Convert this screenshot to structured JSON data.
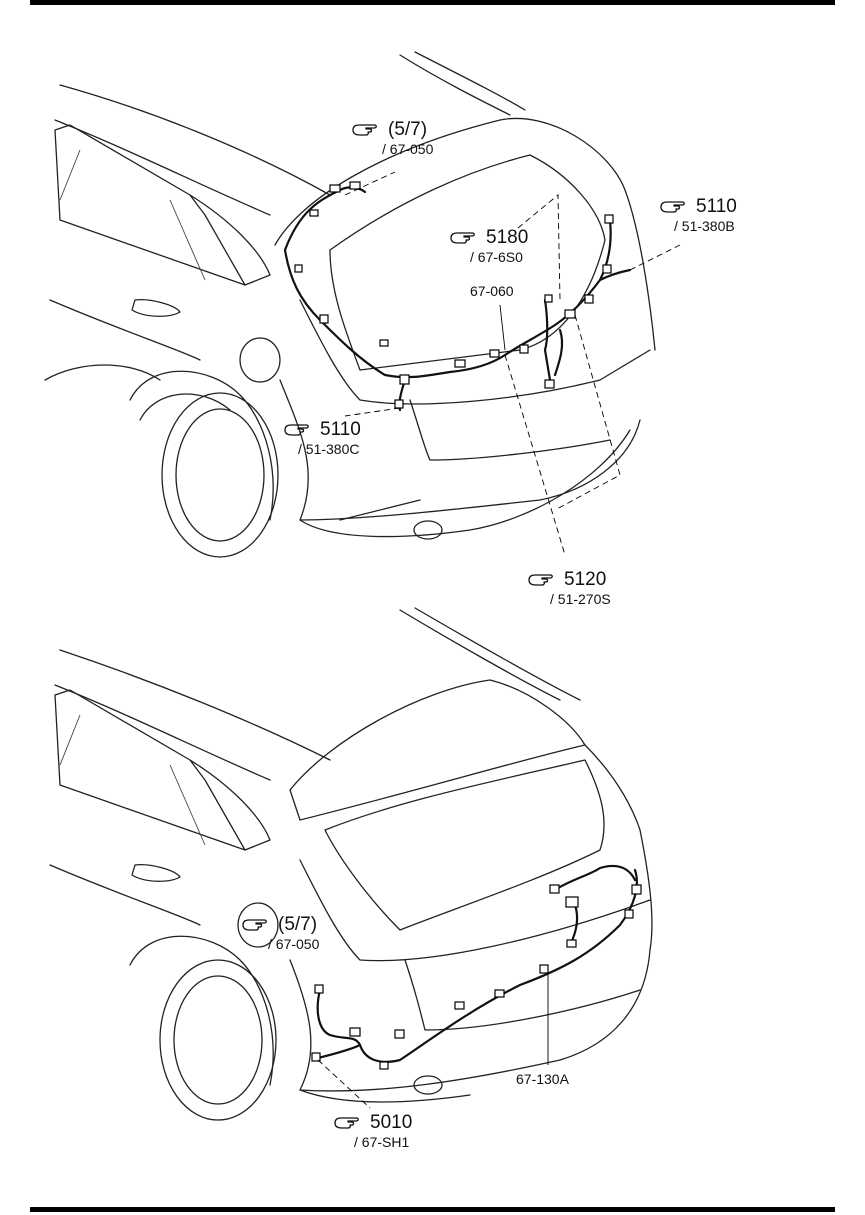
{
  "diagram": {
    "top": {
      "callouts": [
        {
          "id": "c-5-7",
          "main": "(5/7)",
          "sub": "/ 67-050",
          "icon": "pointing-hand-icon"
        },
        {
          "id": "c-5180",
          "main": "5180",
          "sub": "/ 67-6S0",
          "icon": "pointing-hand-icon"
        },
        {
          "id": "c-5110-b",
          "main": "5110",
          "sub": "/ 51-380B",
          "icon": "pointing-hand-icon"
        },
        {
          "id": "c-5110-c",
          "main": "5110",
          "sub": "/ 51-380C",
          "icon": "pointing-hand-icon"
        },
        {
          "id": "c-5120",
          "main": "5120",
          "sub": "/ 51-270S",
          "icon": "pointing-hand-icon"
        }
      ],
      "part_label": "67-060"
    },
    "bottom": {
      "callouts": [
        {
          "id": "c-5-7-b",
          "main": "(5/7)",
          "sub": "/ 67-050",
          "icon": "pointing-hand-icon"
        },
        {
          "id": "c-5010",
          "main": "5010",
          "sub": "/ 67-SH1",
          "icon": "pointing-hand-icon"
        }
      ],
      "part_label": "67-130A"
    }
  }
}
